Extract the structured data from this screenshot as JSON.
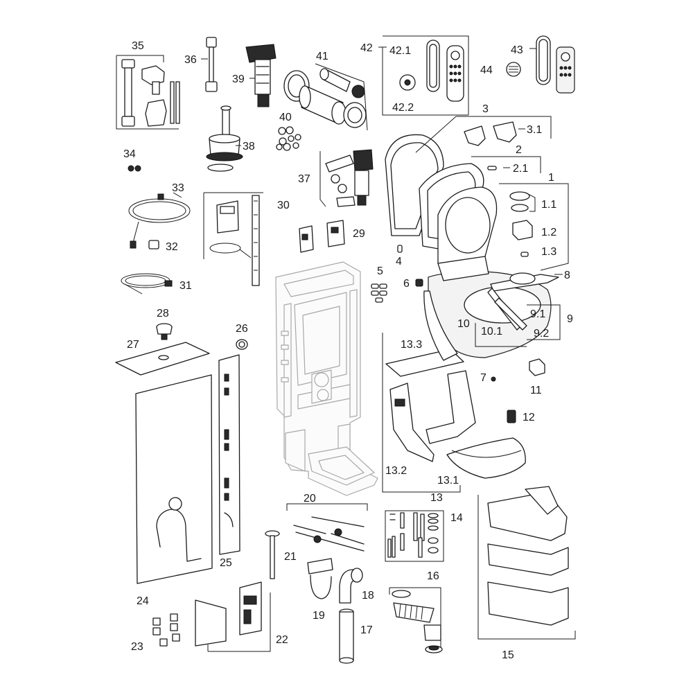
{
  "labels": {
    "l1": "1",
    "l1_1": "1.1",
    "l1_2": "1.2",
    "l1_3": "1.3",
    "l2": "2",
    "l2_1": "2.1",
    "l3": "3",
    "l3_1": "3.1",
    "l4": "4",
    "l5": "5",
    "l6": "6",
    "l7": "7",
    "l8": "8",
    "l9": "9",
    "l9_1": "9.1",
    "l9_2": "9.2",
    "l10": "10",
    "l10_1": "10.1",
    "l11": "11",
    "l12": "12",
    "l13": "13",
    "l13_1": "13.1",
    "l13_2": "13.2",
    "l13_3": "13.3",
    "l14": "14",
    "l15": "15",
    "l16": "16",
    "l17": "17",
    "l18": "18",
    "l19": "19",
    "l20": "20",
    "l21": "21",
    "l22": "22",
    "l23": "23",
    "l24": "24",
    "l25": "25",
    "l26": "26",
    "l27": "27",
    "l28": "28",
    "l29": "29",
    "l30": "30",
    "l31": "31",
    "l32": "32",
    "l33": "33",
    "l34": "34",
    "l35": "35",
    "l36": "36",
    "l37": "37",
    "l38": "38",
    "l39": "39",
    "l40": "40",
    "l41": "41",
    "l42": "42",
    "l42_1": "42.1",
    "l42_2": "42.2",
    "l43": "43",
    "l44": "44"
  }
}
